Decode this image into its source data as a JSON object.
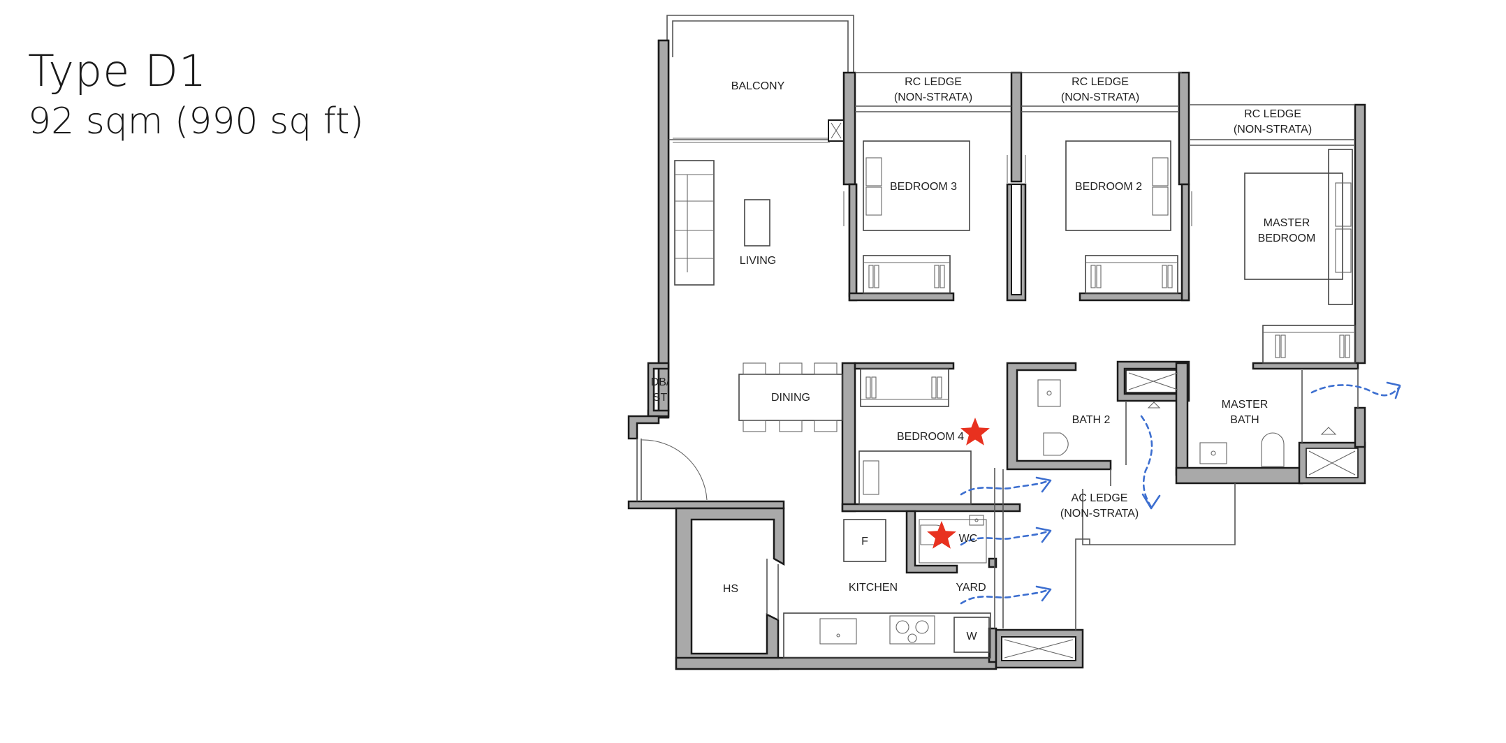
{
  "header": {
    "unit_type": "Type D1",
    "unit_area": "92 sqm (990 sq ft)"
  },
  "rooms": {
    "balcony": "BALCONY",
    "rc_ledge_1": [
      "RC LEDGE",
      "(NON-STRATA)"
    ],
    "rc_ledge_2": [
      "RC LEDGE",
      "(NON-STRATA)"
    ],
    "rc_ledge_3": [
      "RC LEDGE",
      "(NON-STRATA)"
    ],
    "bedroom_3": "BEDROOM 3",
    "bedroom_2": "BEDROOM 2",
    "master_bedroom": [
      "MASTER",
      "BEDROOM"
    ],
    "living": "LIVING",
    "db_st": [
      "DB/",
      "ST"
    ],
    "dining": "DINING",
    "bedroom_4": "BEDROOM 4",
    "bath_2": "BATH 2",
    "master_bath": [
      "MASTER",
      "BATH"
    ],
    "ac_ledge": [
      "AC LEDGE",
      "(NON-STRATA)"
    ],
    "wc": "WC",
    "fridge": "F",
    "hs": "HS",
    "kitchen": "KITCHEN",
    "yard": "YARD",
    "washer": "W"
  },
  "colors": {
    "wall_fill": "#a9a9a9",
    "wall_outline": "#1a1a1a",
    "airflow_arrow": "#3d6fd0",
    "star_marker": "#e8311f"
  }
}
